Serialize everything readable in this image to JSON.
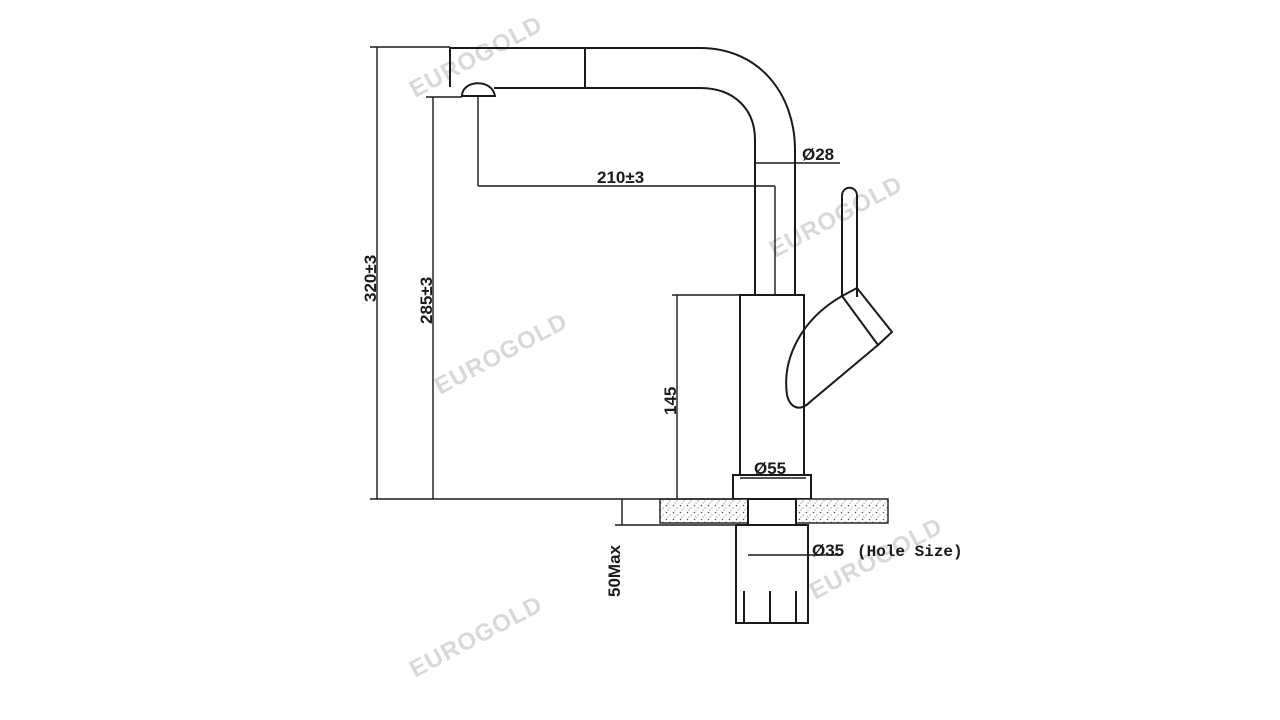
{
  "watermark": "EUROGOLD",
  "dimensions": {
    "total_height": "320±3",
    "spout_height": "285±3",
    "reach": "210±3",
    "spout_diameter": "Ø28",
    "body_height": "145",
    "base_diameter": "Ø55",
    "hole_diameter": "Ø35",
    "hole_note": "(Hole Size)",
    "deck_thickness": "50Max"
  },
  "colors": {
    "line": "#1a1a1a",
    "watermark": "#d8d8d8"
  }
}
